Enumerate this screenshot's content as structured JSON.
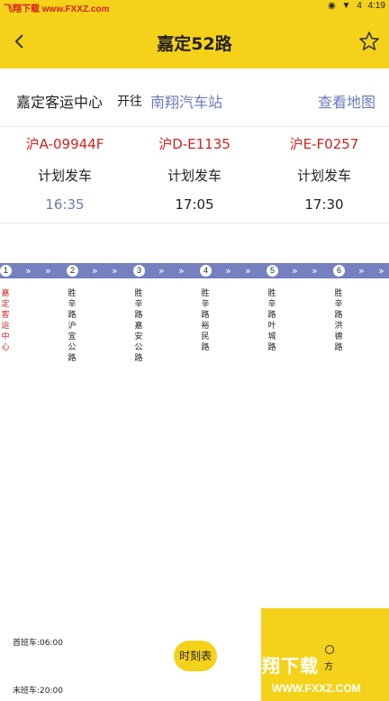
{
  "statusbar": {
    "watermark": "飞翔下载 www.FXXZ.com",
    "time": "4:19",
    "battery": "4"
  },
  "header": {
    "title": "嘉定52路"
  },
  "route": {
    "from": "嘉定客运中心",
    "direction": "开往",
    "to": "南翔汽车站",
    "map_link": "查看地图"
  },
  "buses": [
    {
      "plate": "沪A-09944F",
      "status": "计划发车",
      "time": "16:35"
    },
    {
      "plate": "沪D-E1135",
      "status": "计划发车",
      "time": "17:05"
    },
    {
      "plate": "沪E-F0257",
      "status": "计划发车",
      "time": "17:30"
    }
  ],
  "stops": [
    {
      "num": "1",
      "name": "嘉定客运中心",
      "active": true
    },
    {
      "num": "2",
      "name": "胜辛路沪宜公路",
      "active": false
    },
    {
      "num": "3",
      "name": "胜辛路嘉安公路",
      "active": false
    },
    {
      "num": "4",
      "name": "胜辛路裕民路",
      "active": false
    },
    {
      "num": "5",
      "name": "胜辛路叶城路",
      "active": false
    },
    {
      "num": "6",
      "name": "胜辛路洪德路",
      "active": false
    }
  ],
  "arrow_glyph": "»",
  "schedule": {
    "first": "首班车:06:00",
    "last": "末班车:20:00",
    "timetable_button": "时刻表",
    "panel_text": "方"
  },
  "logo": {
    "name": "飞翔下载",
    "url": "WWW.FXXZ.COM"
  },
  "colors": {
    "accent": "#f5d21a",
    "line": "#7480c0",
    "plate": "#d3201f",
    "link": "#6b7ab8",
    "time_first": "#6b7ab8",
    "time_other": "#222222"
  }
}
